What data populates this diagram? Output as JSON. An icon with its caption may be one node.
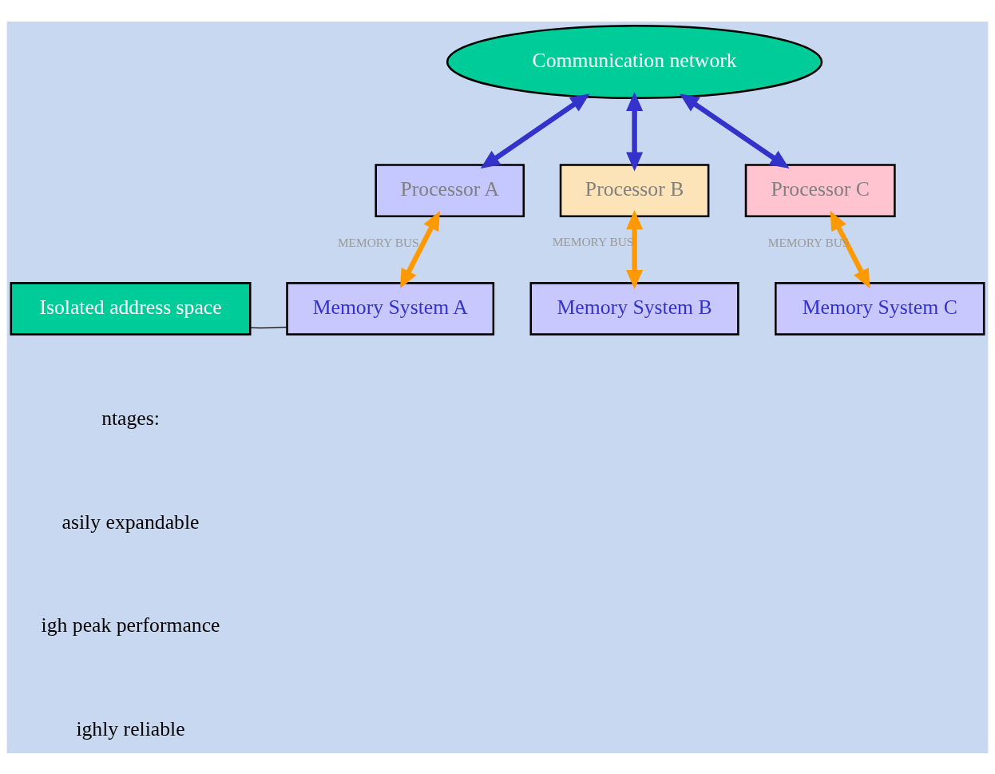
{
  "diagram": {
    "nodes": [
      {
        "text": [
          "Communication network"
        ]
      },
      {
        "text": [
          "Processor A"
        ]
      },
      {
        "text": [
          "Processor B"
        ]
      },
      {
        "text": [
          "Processor C"
        ]
      },
      {
        "text": [
          "Isolated address space"
        ]
      },
      {
        "text": [
          "Memory System A"
        ]
      },
      {
        "text": [
          "Memory System B"
        ]
      },
      {
        "text": [
          "Memory System C"
        ]
      }
    ],
    "edges": [
      {
        "from": 0,
        "to": 1,
        "arrow": "both",
        "color": "#3333cc"
      },
      {
        "from": 0,
        "to": 2,
        "arrow": "both",
        "color": "#3333cc"
      },
      {
        "from": 0,
        "to": 3,
        "arrow": "both",
        "color": "#3333cc"
      },
      {
        "from": 1,
        "to": 5,
        "arrow": "both",
        "label": "MEMORY BUS",
        "color": "#ff9900"
      },
      {
        "from": 2,
        "to": 6,
        "arrow": "both",
        "label": "MEMORY BUS",
        "color": "#ff9900"
      },
      {
        "from": 3,
        "to": 7,
        "arrow": "both",
        "label": "MEMORY BUS",
        "color": "#ff9900"
      },
      {
        "from": 4,
        "to": 5,
        "arrow": "none",
        "color": "#000000"
      }
    ],
    "labels": [
      "ntages:",
      "asily expandable",
      "igh peak performance",
      "ighly reliable"
    ]
  }
}
